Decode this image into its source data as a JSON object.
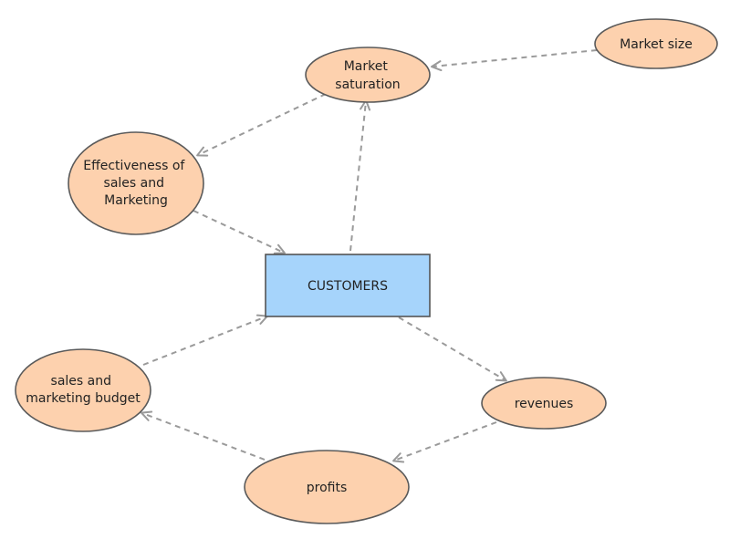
{
  "colors": {
    "node_fill": "#fdd1ae",
    "box_fill": "#a6d4fb",
    "outline": "#5a5a5a",
    "edge": "#9a9a9a"
  },
  "nodes": {
    "market_size": {
      "lines": [
        "Market size"
      ]
    },
    "market_saturation": {
      "lines": [
        "Market",
        "saturation"
      ]
    },
    "effectiveness": {
      "lines": [
        "Effectiveness of",
        "sales and",
        "Marketing"
      ]
    },
    "customers": {
      "lines": [
        "CUSTOMERS"
      ]
    },
    "budget": {
      "lines": [
        "sales and",
        "marketing budget"
      ]
    },
    "revenues": {
      "lines": [
        "revenues"
      ]
    },
    "profits": {
      "lines": [
        "profits"
      ]
    }
  },
  "edges": [
    {
      "from": "market_size",
      "to": "market_saturation"
    },
    {
      "from": "market_saturation",
      "to": "effectiveness"
    },
    {
      "from": "effectiveness",
      "to": "customers"
    },
    {
      "from": "customers",
      "to": "market_saturation"
    },
    {
      "from": "customers",
      "to": "revenues"
    },
    {
      "from": "revenues",
      "to": "profits"
    },
    {
      "from": "profits",
      "to": "budget"
    },
    {
      "from": "budget",
      "to": "customers"
    }
  ]
}
